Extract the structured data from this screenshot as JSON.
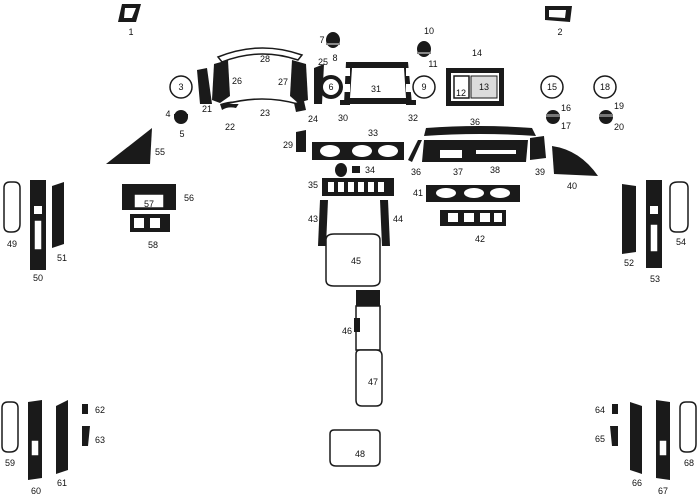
{
  "ink_color": "#1a1a1a",
  "parts": [
    {
      "id": "p1",
      "label": "1"
    },
    {
      "id": "p2",
      "label": "2"
    },
    {
      "id": "p3",
      "label": "3"
    },
    {
      "id": "p4",
      "label": "4"
    },
    {
      "id": "p5",
      "label": "5"
    },
    {
      "id": "p6",
      "label": "6"
    },
    {
      "id": "p7",
      "label": "7"
    },
    {
      "id": "p8",
      "label": "8"
    },
    {
      "id": "p9",
      "label": "9"
    },
    {
      "id": "p10",
      "label": "10"
    },
    {
      "id": "p11",
      "label": "11"
    },
    {
      "id": "p12",
      "label": "12"
    },
    {
      "id": "p13",
      "label": "13"
    },
    {
      "id": "p14",
      "label": "14"
    },
    {
      "id": "p15",
      "label": "15"
    },
    {
      "id": "p16",
      "label": "16"
    },
    {
      "id": "p17",
      "label": "17"
    },
    {
      "id": "p18",
      "label": "18"
    },
    {
      "id": "p19",
      "label": "19"
    },
    {
      "id": "p20",
      "label": "20"
    },
    {
      "id": "p21",
      "label": "21"
    },
    {
      "id": "p22",
      "label": "22"
    },
    {
      "id": "p23",
      "label": "23"
    },
    {
      "id": "p24",
      "label": "24"
    },
    {
      "id": "p25",
      "label": "25"
    },
    {
      "id": "p26",
      "label": "26"
    },
    {
      "id": "p27",
      "label": "27"
    },
    {
      "id": "p28",
      "label": "28"
    },
    {
      "id": "p29",
      "label": "29"
    },
    {
      "id": "p30",
      "label": "30"
    },
    {
      "id": "p31",
      "label": "31"
    },
    {
      "id": "p32",
      "label": "32"
    },
    {
      "id": "p33",
      "label": "33"
    },
    {
      "id": "p34",
      "label": "34"
    },
    {
      "id": "p35",
      "label": "35"
    },
    {
      "id": "p36a",
      "label": "36"
    },
    {
      "id": "p36b",
      "label": "36"
    },
    {
      "id": "p37",
      "label": "37"
    },
    {
      "id": "p38",
      "label": "38"
    },
    {
      "id": "p39",
      "label": "39"
    },
    {
      "id": "p40",
      "label": "40"
    },
    {
      "id": "p41",
      "label": "41"
    },
    {
      "id": "p42",
      "label": "42"
    },
    {
      "id": "p43",
      "label": "43"
    },
    {
      "id": "p44",
      "label": "44"
    },
    {
      "id": "p45",
      "label": "45"
    },
    {
      "id": "p46",
      "label": "46"
    },
    {
      "id": "p47",
      "label": "47"
    },
    {
      "id": "p48",
      "label": "48"
    },
    {
      "id": "p49",
      "label": "49"
    },
    {
      "id": "p50",
      "label": "50"
    },
    {
      "id": "p51",
      "label": "51"
    },
    {
      "id": "p52",
      "label": "52"
    },
    {
      "id": "p53",
      "label": "53"
    },
    {
      "id": "p54",
      "label": "54"
    },
    {
      "id": "p55",
      "label": "55"
    },
    {
      "id": "p56",
      "label": "56"
    },
    {
      "id": "p57",
      "label": "57"
    },
    {
      "id": "p58",
      "label": "58"
    },
    {
      "id": "p59",
      "label": "59"
    },
    {
      "id": "p60",
      "label": "60"
    },
    {
      "id": "p61",
      "label": "61"
    },
    {
      "id": "p62",
      "label": "62"
    },
    {
      "id": "p63",
      "label": "63"
    },
    {
      "id": "p64",
      "label": "64"
    },
    {
      "id": "p65",
      "label": "65"
    },
    {
      "id": "p66",
      "label": "66"
    },
    {
      "id": "p67",
      "label": "67"
    },
    {
      "id": "p68",
      "label": "68"
    }
  ]
}
